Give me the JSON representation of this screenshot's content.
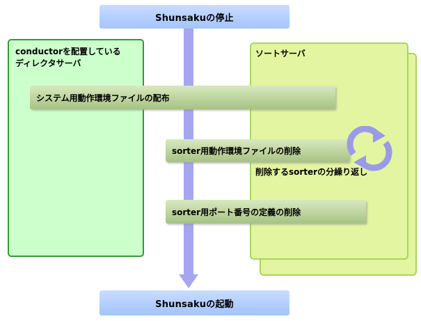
{
  "top_step": {
    "label": "Shunsakuの停止"
  },
  "bottom_step": {
    "label": "Shunsakuの起動"
  },
  "director_box": {
    "label_line1": "conductorを配置している",
    "label_line2": "ディレクタサーバ"
  },
  "sorter_box": {
    "label": "ソートサーバ"
  },
  "steps": [
    {
      "label": "システム用動作環境ファイルの配布"
    },
    {
      "label": "sorter用動作環境ファイルの削除"
    },
    {
      "label": "sorter用ポート番号の定義の削除"
    }
  ],
  "loop_note": {
    "label": "削除するsorterの分繰り返し"
  },
  "icons": {
    "flow_arrow": "down-arrow-icon",
    "repeat": "cycle-arrows-icon"
  },
  "colors": {
    "pill_blue": "#b3ceff",
    "director_fill": "#ccffcc",
    "director_border": "#339933",
    "sorter_fill": "#e3f5a0",
    "sorter_border": "#a9d45a",
    "step_fill": "#bbd29a",
    "arrow": "#a6a6f0",
    "cycle": "#9a9ae8"
  }
}
